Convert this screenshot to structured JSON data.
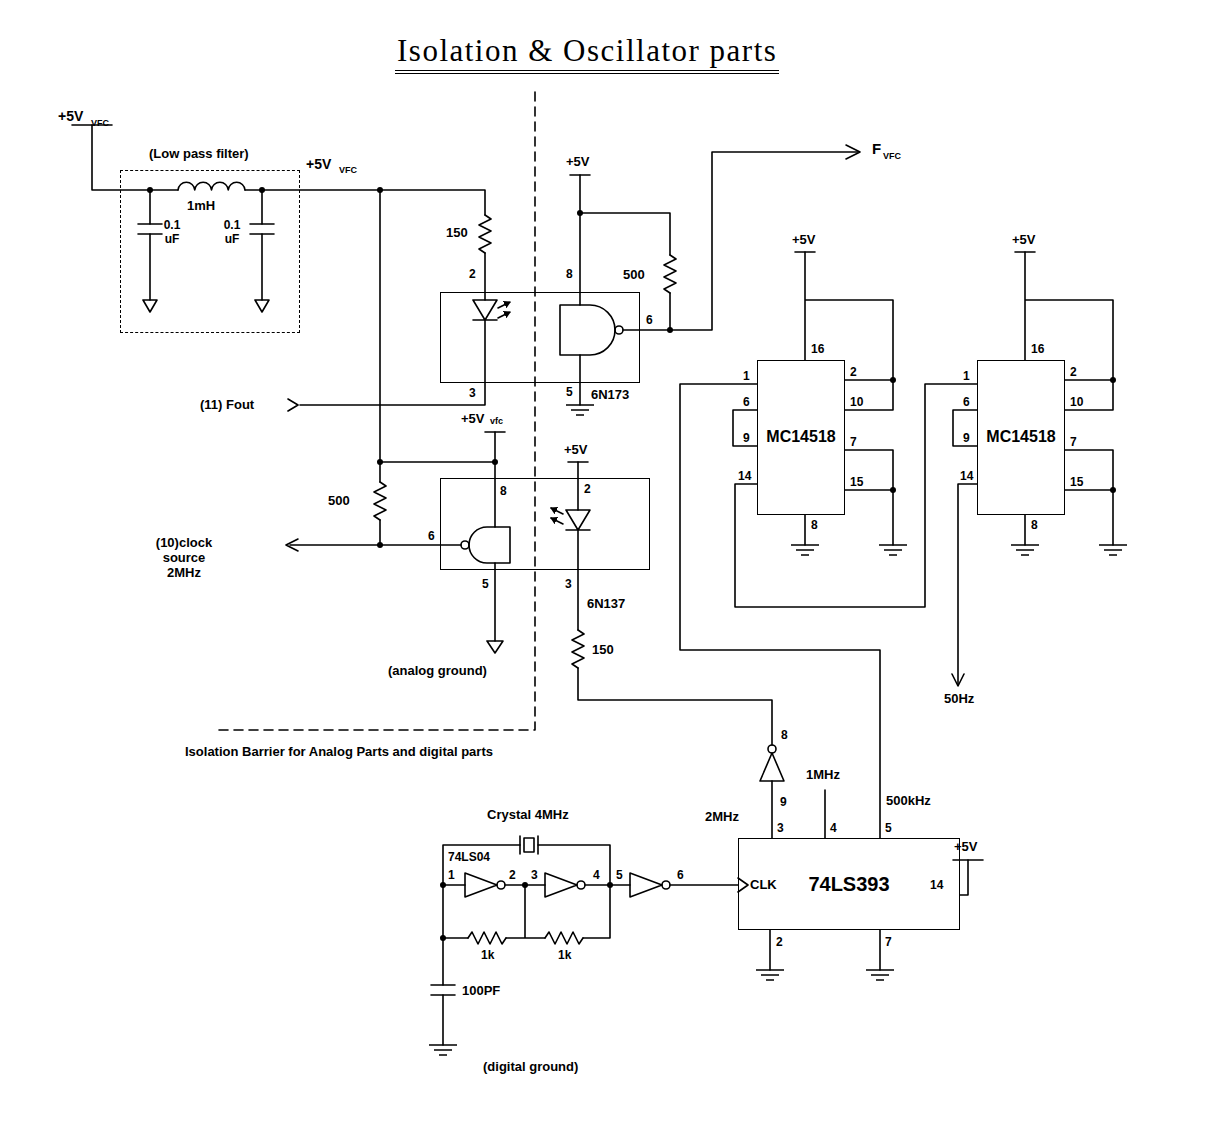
{
  "diagram": {
    "title": "Isolation & Oscillator parts",
    "nodes": [
      {
        "text": [
          "(Low pass filter)"
        ]
      },
      {
        "text": [
          "6N173"
        ]
      },
      {
        "text": [
          "6N137"
        ]
      },
      {
        "text": [
          "MC14518"
        ]
      },
      {
        "text": [
          "MC14518"
        ]
      },
      {
        "text": [
          "74LS393"
        ]
      }
    ],
    "edges": [
      {
        "from": 5,
        "to": 3,
        "arrow": "none"
      },
      {
        "from": 3,
        "to": 4,
        "arrow": "none"
      }
    ],
    "labels": [
      "+5V",
      "VFC",
      "+5V",
      "VFC",
      "1mH",
      "0.1 uF",
      "0.1 uF",
      "150",
      "2",
      "3",
      "8",
      "5",
      "6",
      "500",
      "+5V",
      "F",
      "VFC",
      "(11) Fout",
      "+5V",
      "vfc",
      "500",
      "(10)clock source 2MHz",
      "8",
      "6",
      "5",
      "+5V",
      "2",
      "3",
      "150",
      "(analog ground)",
      "Isolation Barrier for Analog Parts and digital parts",
      "+5V",
      "16",
      "2",
      "10",
      "1",
      "6",
      "9",
      "7",
      "14",
      "15",
      "8",
      "+5V",
      "16",
      "2",
      "10",
      "1",
      "6",
      "9",
      "7",
      "14",
      "15",
      "8",
      "50Hz",
      "8",
      "9",
      "2MHz",
      "1MHz",
      "500kHz",
      "3",
      "4",
      "5",
      "CLK",
      "14",
      "+5V",
      "2",
      "7",
      "Crystal 4MHz",
      "74LS04",
      "1",
      "2",
      "3",
      "4",
      "5",
      "6",
      "1k",
      "1k",
      "100PF",
      "(digital ground)"
    ]
  }
}
